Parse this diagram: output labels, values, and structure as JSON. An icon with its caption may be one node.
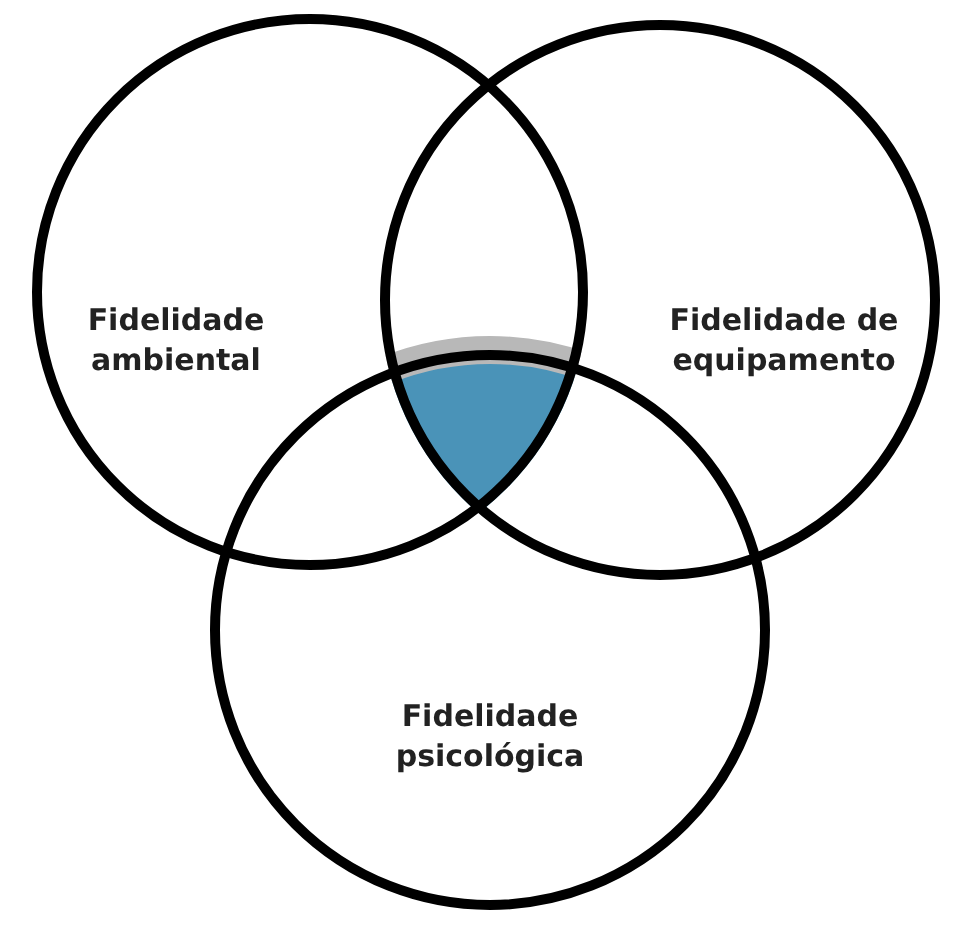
{
  "diagram": {
    "nodes": [
      {
        "text": [
          "Fidelidade ambiental"
        ]
      },
      {
        "text": [
          "Fidelidade de equipamento"
        ]
      },
      {
        "text": [
          "Fidelidade psicológica"
        ]
      }
    ]
  }
}
